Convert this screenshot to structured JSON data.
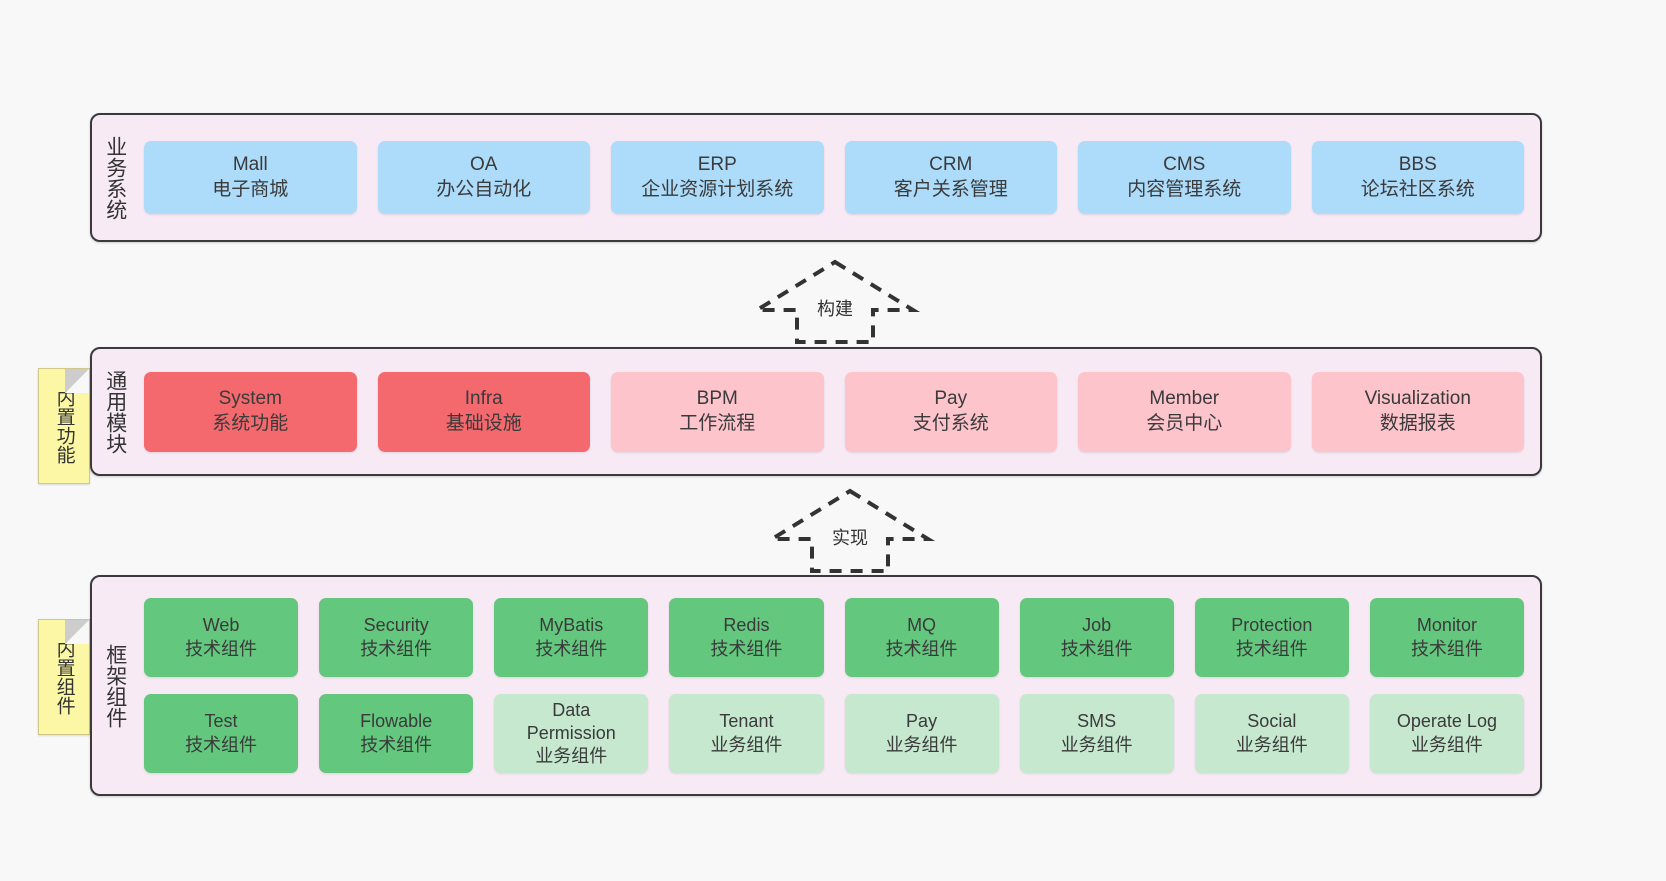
{
  "diagram": {
    "background_color": "#f8f8f8",
    "panel_background": "#f7eaf5",
    "panel_border": "#3a3a3a"
  },
  "panels": {
    "business": {
      "title": "业务系统",
      "color": "#addcfb",
      "cards": [
        {
          "line1": "Mall",
          "line2": "电子商城"
        },
        {
          "line1": "OA",
          "line2": "办公自动化"
        },
        {
          "line1": "ERP",
          "line2": "企业资源计划系统"
        },
        {
          "line1": "CRM",
          "line2": "客户关系管理"
        },
        {
          "line1": "CMS",
          "line2": "内容管理系统"
        },
        {
          "line1": "BBS",
          "line2": "论坛社区系统"
        }
      ]
    },
    "modules": {
      "title": "通用模块",
      "color_primary": "#f4696e",
      "color_secondary": "#fdc4cc",
      "cards": [
        {
          "line1": "System",
          "line2": "系统功能",
          "variant": "red"
        },
        {
          "line1": "Infra",
          "line2": "基础设施",
          "variant": "red"
        },
        {
          "line1": "BPM",
          "line2": "工作流程",
          "variant": "pink"
        },
        {
          "line1": "Pay",
          "line2": "支付系统",
          "variant": "pink"
        },
        {
          "line1": "Member",
          "line2": "会员中心",
          "variant": "pink"
        },
        {
          "line1": "Visualization",
          "line2": "数据报表",
          "variant": "pink"
        }
      ]
    },
    "framework": {
      "title": "框架组件",
      "color_primary": "#63c77e",
      "color_secondary": "#c5e8cf",
      "row1": [
        {
          "line1": "Web",
          "line2": "技术组件"
        },
        {
          "line1": "Security",
          "line2": "技术组件"
        },
        {
          "line1": "MyBatis",
          "line2": "技术组件"
        },
        {
          "line1": "Redis",
          "line2": "技术组件"
        },
        {
          "line1": "MQ",
          "line2": "技术组件"
        },
        {
          "line1": "Job",
          "line2": "技术组件"
        },
        {
          "line1": "Protection",
          "line2": "技术组件"
        },
        {
          "line1": "Monitor",
          "line2": "技术组件"
        }
      ],
      "row2": [
        {
          "line1": "Test",
          "line2": "技术组件",
          "variant": "green"
        },
        {
          "line1": "Flowable",
          "line2": "技术组件",
          "variant": "green"
        },
        {
          "line1": "Data",
          "line2": "Permission",
          "line3": "业务组件",
          "variant": "lgreen"
        },
        {
          "line1": "Tenant",
          "line2": "业务组件",
          "variant": "lgreen"
        },
        {
          "line1": "Pay",
          "line2": "业务组件",
          "variant": "lgreen"
        },
        {
          "line1": "SMS",
          "line2": "业务组件",
          "variant": "lgreen"
        },
        {
          "line1": "Social",
          "line2": "业务组件",
          "variant": "lgreen"
        },
        {
          "line1": "Operate Log",
          "line2": "业务组件",
          "variant": "lgreen"
        }
      ]
    }
  },
  "sticky_notes": [
    {
      "label": "内置功能",
      "color": "#fbf7a5"
    },
    {
      "label": "内置组件",
      "color": "#fbf7a5"
    }
  ],
  "arrows": [
    {
      "label": "构建",
      "style": "dashed-hollow-up"
    },
    {
      "label": "实现",
      "style": "dashed-hollow-up"
    }
  ]
}
